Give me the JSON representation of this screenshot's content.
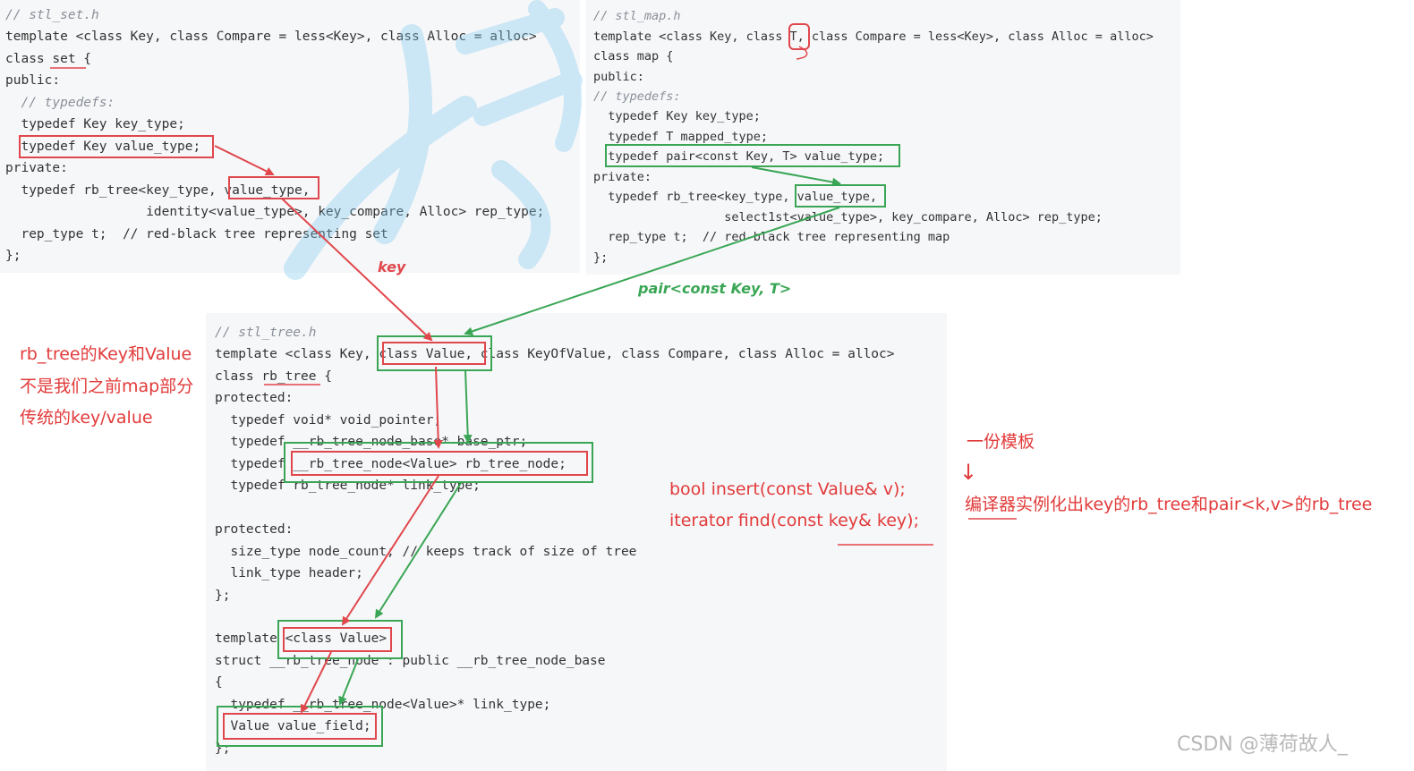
{
  "set_header": {
    "lines": [
      "// stl_set.h",
      "template <class Key, class Compare = less<Key>, class Alloc = alloc>",
      "class set {",
      "public:",
      "  // typedefs:",
      "  typedef Key key_type;",
      "  typedef Key value_type;",
      "private:",
      "  typedef rb_tree<key_type, value_type,",
      "                  identity<value_type>, key_compare, Alloc> rep_type;",
      "  rep_type t;  // red-black tree representing set",
      "};"
    ]
  },
  "map_header": {
    "lines": [
      "// stl_map.h",
      "template <class Key, class T, class Compare = less<Key>, class Alloc = alloc>",
      "class map {",
      "public:",
      "// typedefs:",
      "  typedef Key key_type;",
      "  typedef T mapped_type;",
      "  typedef pair<const Key, T> value_type;",
      "private:",
      "  typedef rb_tree<key_type, value_type,",
      "                  select1st<value_type>, key_compare, Alloc> rep_type;",
      "  rep_type t;  // red-black tree representing map",
      "};"
    ]
  },
  "tree_header": {
    "lines": [
      "// stl_tree.h",
      "template <class Key, class Value, class KeyOfValue, class Compare, class Alloc = alloc>",
      "class rb_tree {",
      "protected:",
      "  typedef void* void_pointer;",
      "  typedef __rb_tree_node_base* base_ptr;",
      "  typedef __rb_tree_node<Value> rb_tree_node;",
      "  typedef rb_tree_node* link_type;",
      "",
      "protected:",
      "  size_type node_count; // keeps track of size of tree",
      "  link_type header;",
      "};",
      "",
      "template <class Value>",
      "struct __rb_tree_node : public __rb_tree_node_base",
      "{",
      "  typedef __rb_tree_node<Value>* link_type;",
      "  Value value_field;",
      "};"
    ]
  },
  "annotations": {
    "key_label": "key",
    "pair_label": "pair<const Key, T>",
    "left_note": [
      "rb_tree的Key和Value",
      "不是我们之前map部分",
      "传统的key/value"
    ],
    "funcs": [
      "bool insert(const Value& v);",
      "iterator find(const key& key);"
    ],
    "one_template": "一份模板",
    "down_arrow": "↓",
    "instantiation": "编译器实例化出key的rb_tree和pair<k,v>的rb_tree",
    "watermark": "CSDN @薄荷故人_"
  },
  "colors": {
    "red": "#e0474c",
    "green": "#3aa655",
    "panel_bg": "#f6f7f9",
    "watermark_blue": "#7ec8ee"
  }
}
